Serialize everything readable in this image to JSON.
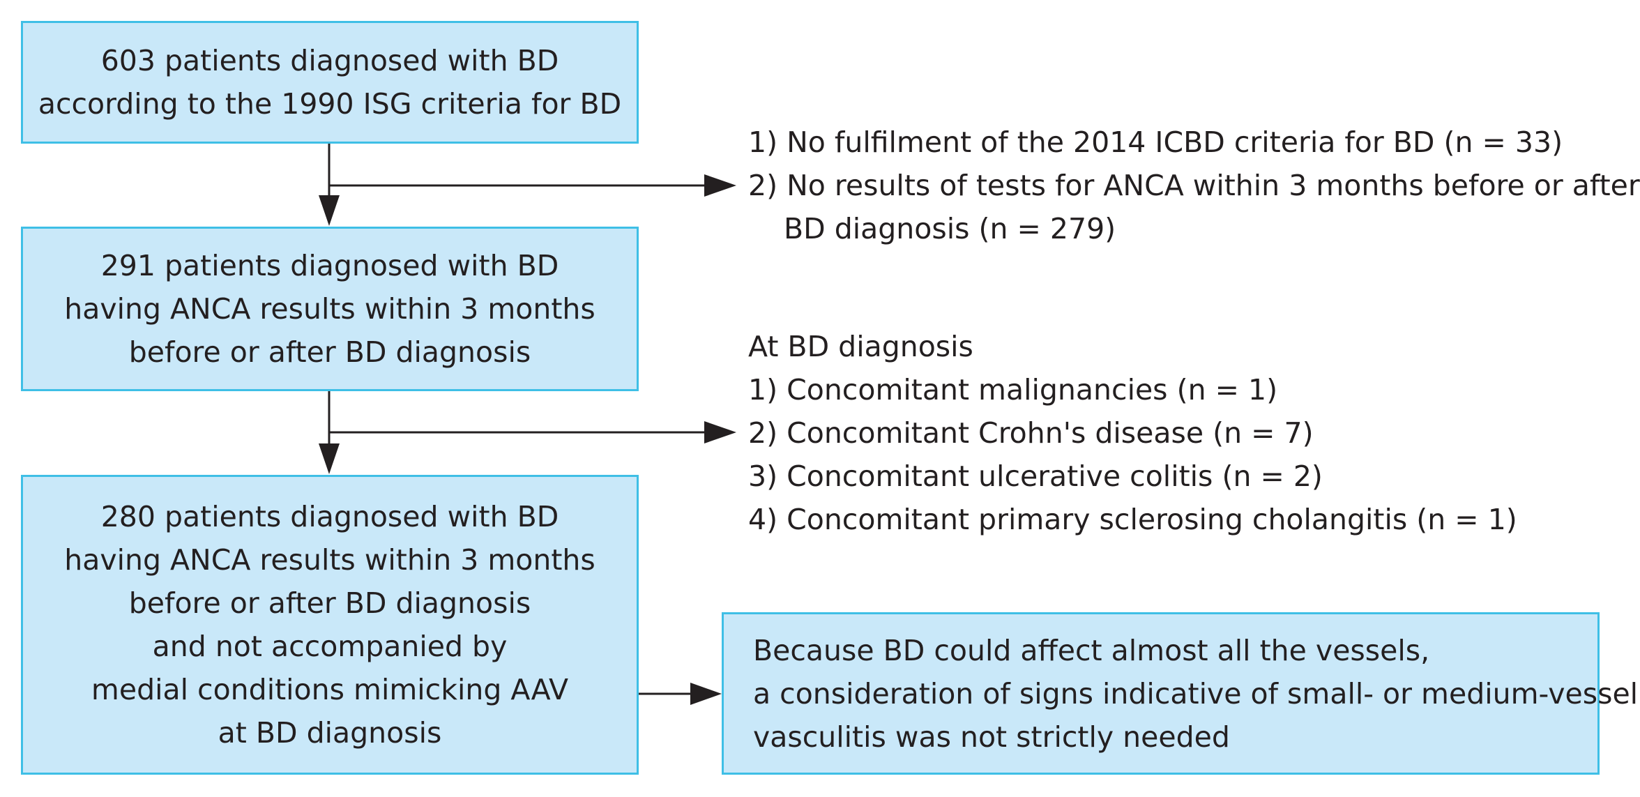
{
  "box1": {
    "lines": [
      "603 patients diagnosed with BD",
      "according to the 1990 ISG criteria for BD"
    ]
  },
  "box2": {
    "lines": [
      "291 patients diagnosed with BD",
      "having ANCA results within 3 months",
      "before or after BD diagnosis"
    ]
  },
  "box3": {
    "lines": [
      "280 patients diagnosed with BD",
      "having ANCA results within 3 months",
      "before or after BD diagnosis",
      "and not accompanied by",
      "medial conditions mimicking AAV",
      "at BD diagnosis"
    ]
  },
  "exclusion1": {
    "items": [
      "1) No fulfilment of the 2014 ICBD criteria for BD (n = 33)",
      "2) No results of tests for ANCA within 3 months before or after",
      "BD diagnosis (n = 279)"
    ]
  },
  "exclusion2": {
    "heading": "At BD diagnosis",
    "items": [
      "1) Concomitant malignancies (n = 1)",
      "2) Concomitant Crohn's disease (n = 7)",
      "3) Concomitant ulcerative colitis (n = 2)",
      "4) Concomitant primary sclerosing cholangitis (n = 1)"
    ]
  },
  "note_box": {
    "lines": [
      "Because BD could affect almost all the vessels,",
      "a consideration of signs indicative of small- or medium-vessel",
      "vasculitis was not strictly needed"
    ]
  },
  "colors": {
    "box_fill": "#c9e8f9",
    "box_border": "#3fbfe6",
    "arrow": "#231f20"
  }
}
